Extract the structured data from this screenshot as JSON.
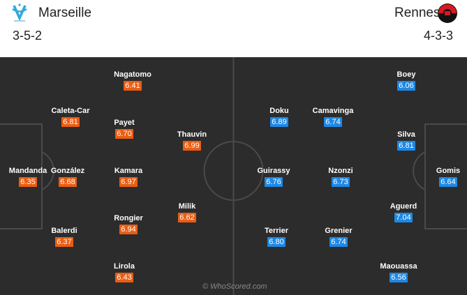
{
  "colors": {
    "home_rating": "#ea5d13",
    "away_rating": "#1e88e5",
    "pitch": "#2c2c2c",
    "lines": "#4a4a4a"
  },
  "home": {
    "name": "Marseille",
    "formation": "3-5-2",
    "badge_icon": "marseille-crest-icon",
    "players": [
      {
        "name": "Mandanda",
        "rating": "6.35"
      },
      {
        "name": "Caleta-Car",
        "rating": "6.81"
      },
      {
        "name": "González",
        "rating": "6.68"
      },
      {
        "name": "Balerdi",
        "rating": "6.37"
      },
      {
        "name": "Nagatomo",
        "rating": "6.41"
      },
      {
        "name": "Payet",
        "rating": "6.70"
      },
      {
        "name": "Kamara",
        "rating": "6.97"
      },
      {
        "name": "Rongier",
        "rating": "6.94"
      },
      {
        "name": "Lirola",
        "rating": "6.43"
      },
      {
        "name": "Thauvin",
        "rating": "6.99"
      },
      {
        "name": "Milik",
        "rating": "6.62"
      }
    ]
  },
  "away": {
    "name": "Rennes",
    "formation": "4-3-3",
    "badge_icon": "rennes-crest-icon",
    "players": [
      {
        "name": "Gomis",
        "rating": "6.64"
      },
      {
        "name": "Boey",
        "rating": "6.06"
      },
      {
        "name": "Silva",
        "rating": "6.81"
      },
      {
        "name": "Aguerd",
        "rating": "7.04"
      },
      {
        "name": "Maouassa",
        "rating": "6.56"
      },
      {
        "name": "Camavinga",
        "rating": "6.74"
      },
      {
        "name": "Nzonzi",
        "rating": "6.73"
      },
      {
        "name": "Grenier",
        "rating": "6.74"
      },
      {
        "name": "Doku",
        "rating": "6.89"
      },
      {
        "name": "Guirassy",
        "rating": "6.76"
      },
      {
        "name": "Terrier",
        "rating": "6.80"
      }
    ]
  },
  "watermark": "© WhoScored.com"
}
